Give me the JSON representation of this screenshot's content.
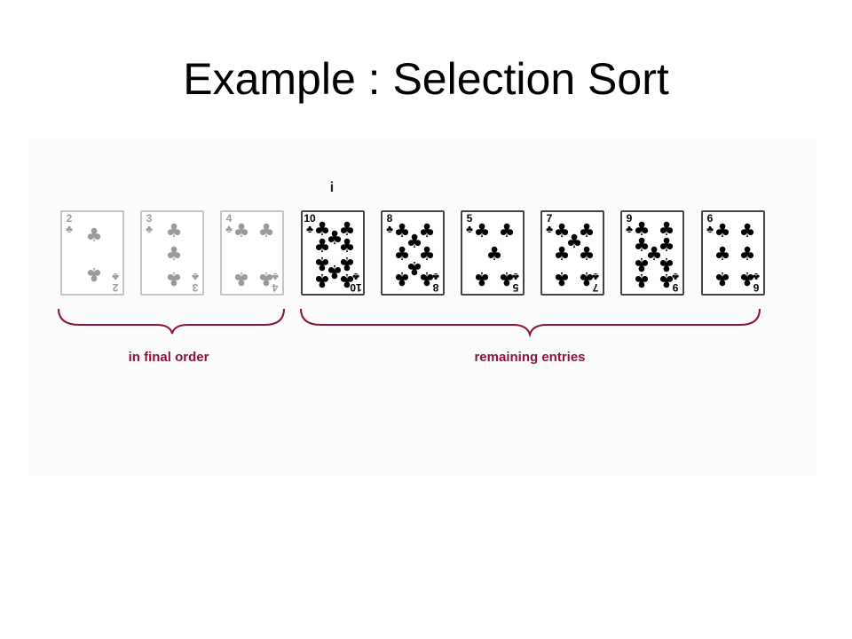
{
  "title": "Example : Selection Sort",
  "pointer_label": "i",
  "suit_glyph": "♣",
  "cards": [
    {
      "rank": "2",
      "state": "sorted"
    },
    {
      "rank": "3",
      "state": "sorted"
    },
    {
      "rank": "4",
      "state": "sorted"
    },
    {
      "rank": "10",
      "state": "remaining"
    },
    {
      "rank": "8",
      "state": "remaining"
    },
    {
      "rank": "5",
      "state": "remaining"
    },
    {
      "rank": "7",
      "state": "remaining"
    },
    {
      "rank": "9",
      "state": "remaining"
    },
    {
      "rank": "6",
      "state": "remaining"
    }
  ],
  "groups": {
    "sorted_label": "in final order",
    "remaining_label": "remaining entries"
  },
  "colors": {
    "label": "#8a1538",
    "brace": "#8a1538",
    "faded": "#9a9a9a"
  }
}
